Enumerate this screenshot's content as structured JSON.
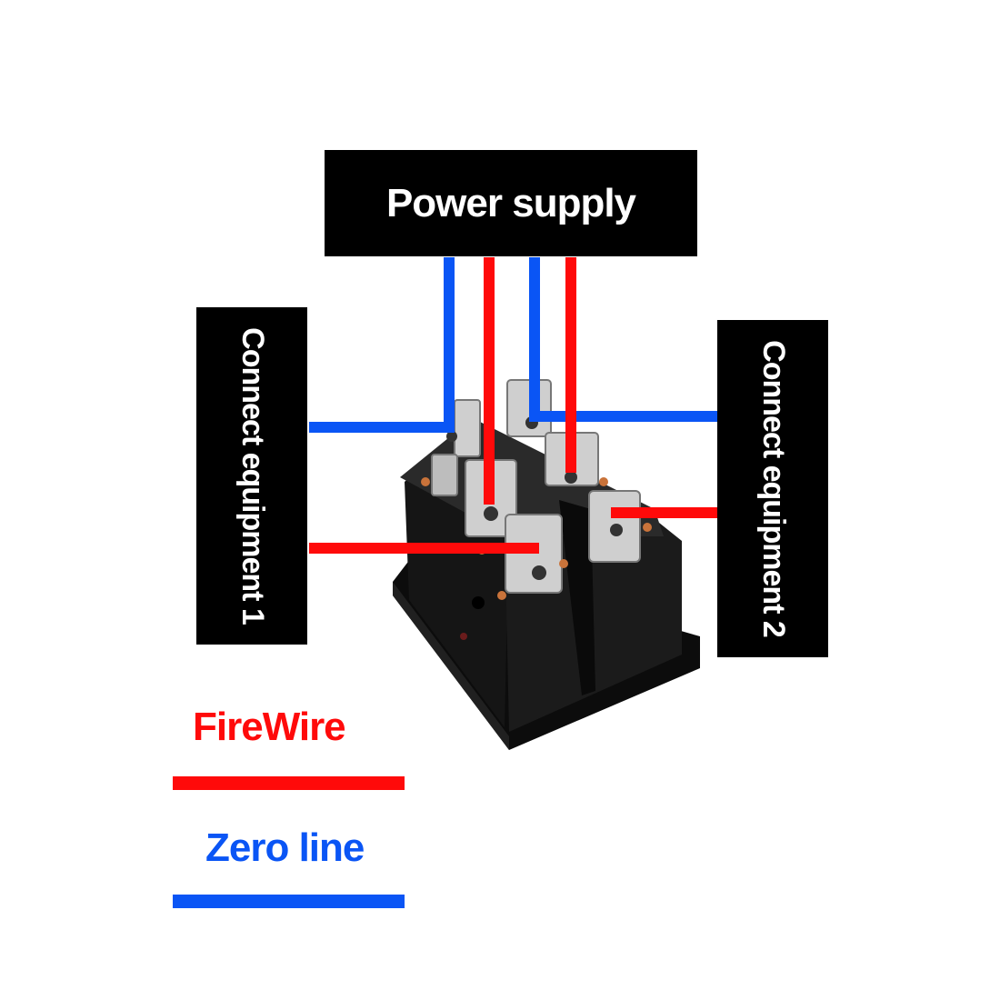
{
  "labels": {
    "power_supply": "Power supply",
    "equipment_1": "Connect equipment 1",
    "equipment_2": "Connect equipment 2"
  },
  "legend": {
    "fire": {
      "label": "FireWire",
      "color": "#ff0a0a"
    },
    "zero": {
      "label": "Zero line",
      "color": "#0a55f5"
    }
  },
  "colors": {
    "box": "#000000",
    "switch_body": "#111111",
    "terminal": "#c9c9c9"
  },
  "icons": {
    "switch": "rocker-switch-icon"
  }
}
